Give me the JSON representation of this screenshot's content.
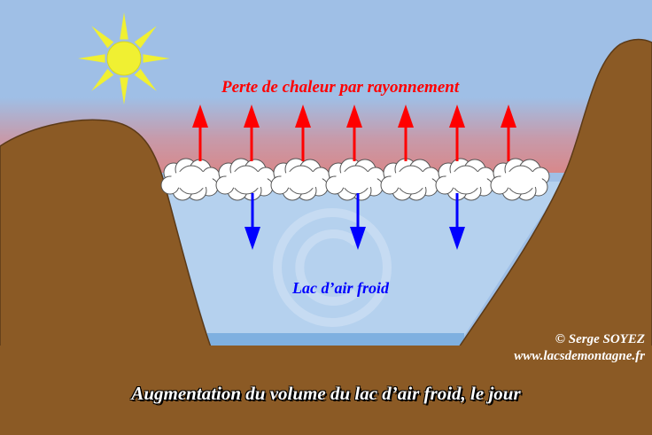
{
  "labels": {
    "radiation": "Perte de chaleur par rayonnement",
    "lake": "Lac d’air froid",
    "credit_author": "© Serge SOYEZ",
    "credit_url": "www.lacsdemontagne.fr",
    "caption": "Augmentation du volume du lac d’air froid, le jour"
  },
  "colors": {
    "sky": "#9fbfe6",
    "warm_band": "#d68c8c",
    "cold_air": "#b5d1ee",
    "lake_water": "#7fb0e0",
    "mountain": "#8b5a25",
    "sun": "#f0f032",
    "cloud": "#ffffff",
    "up_arrow": "#ff0000",
    "down_arrow": "#0000ff",
    "radiation_text": "#ff0000",
    "lake_text": "#0000ff",
    "credit_text": "#ffffff"
  },
  "icons": {
    "sun": "sun-icon",
    "watermark": "copyright-icon"
  },
  "counts": {
    "up_arrows": 7,
    "down_arrows": 3,
    "clouds": 7
  }
}
